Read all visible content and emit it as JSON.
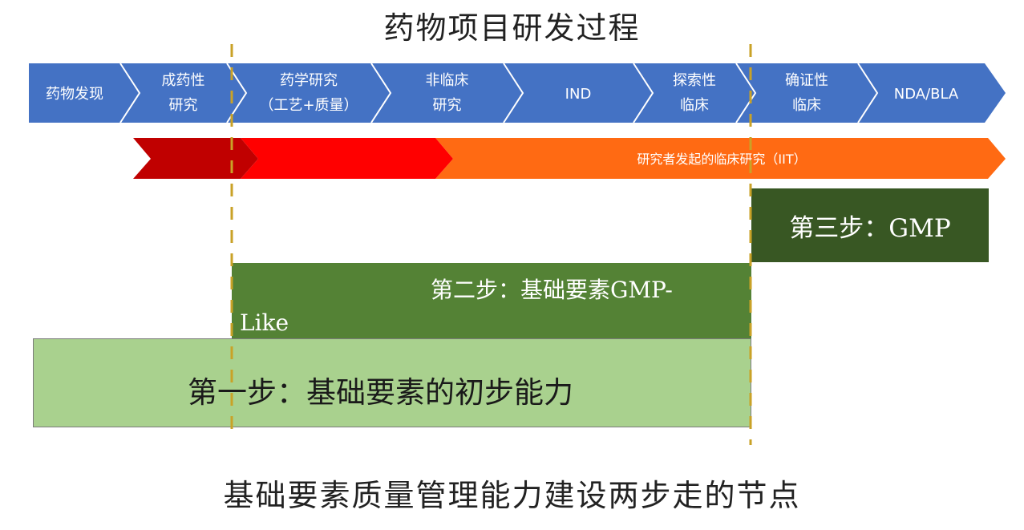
{
  "title": "药物项目研发过程",
  "caption": "基础要素质量管理能力建设两步走的节点",
  "stages": [
    {
      "lines": [
        "药物发现"
      ]
    },
    {
      "lines": [
        "成药性",
        "研究"
      ]
    },
    {
      "lines": [
        "药学研究",
        "（工艺+质量）"
      ]
    },
    {
      "lines": [
        "非临床",
        "研究"
      ]
    },
    {
      "lines": [
        "IND"
      ]
    },
    {
      "lines": [
        "探索性",
        "临床"
      ]
    },
    {
      "lines": [
        "确证性",
        "临床"
      ]
    },
    {
      "lines": [
        "NDA/BLA"
      ]
    }
  ],
  "iit_label": "研究者发起的临床研究（IIT）",
  "steps": {
    "step3": "第三步：GMP",
    "step2_line1": "第二步：基础要素GMP-",
    "step2_line2": "Like",
    "step1": "第一步：基础要素的初步能力"
  },
  "colors": {
    "stage_arrow": "#4472c4",
    "stage_divider": "#ffffff",
    "iit_dark_red": "#c00000",
    "iit_red": "#ff0000",
    "iit_orange": "#ff6a13",
    "step3_fill": "#385723",
    "step2_fill": "#548235",
    "step1_fill": "#a9d18e",
    "milestone_line": "#c9a227"
  }
}
